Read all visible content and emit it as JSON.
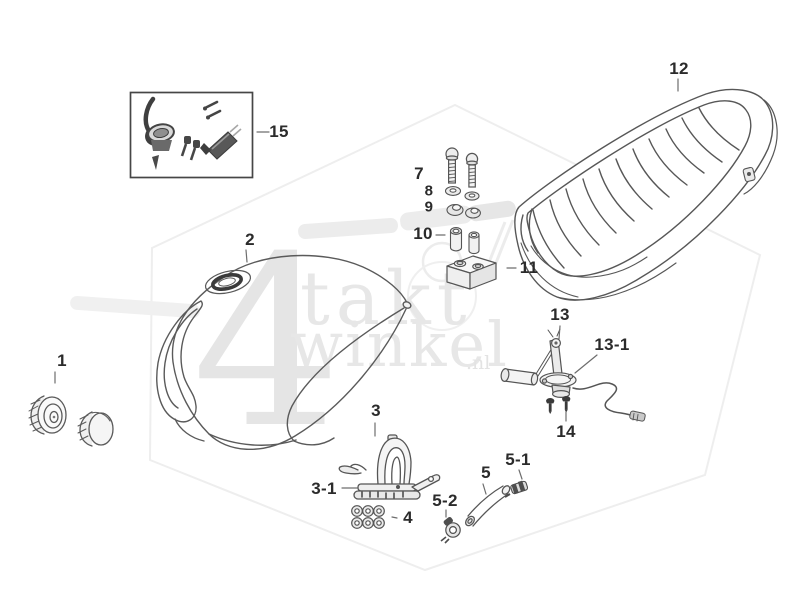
{
  "watermark": {
    "numeral": "4",
    "word_top": "takt",
    "word_bottom": "winkel",
    "domain_suffix": ".nl"
  },
  "labels": [
    {
      "part": "fuel-cap",
      "text": "1"
    },
    {
      "part": "fuel-tank",
      "text": "2"
    },
    {
      "part": "fuel-tap",
      "text": "3"
    },
    {
      "part": "fuel-tap-plate",
      "text": "3-1"
    },
    {
      "part": "washer-set",
      "text": "4"
    },
    {
      "part": "fuel-hose",
      "text": "5"
    },
    {
      "part": "hose-clip",
      "text": "5-1"
    },
    {
      "part": "hose-clamp",
      "text": "5-2"
    },
    {
      "part": "bolt-pair",
      "text": "7"
    },
    {
      "part": "washer-pair",
      "text": "8"
    },
    {
      "part": "grommet-pair",
      "text": "9"
    },
    {
      "part": "spacer-pair",
      "text": "10"
    },
    {
      "part": "mount-block",
      "text": "11"
    },
    {
      "part": "seat",
      "text": "12"
    },
    {
      "part": "fuel-sender",
      "text": "13"
    },
    {
      "part": "fuel-sender-flange",
      "text": "13-1"
    },
    {
      "part": "sender-screws",
      "text": "14"
    },
    {
      "part": "lock-set",
      "text": "15"
    }
  ],
  "colors": {
    "line_art": "#585858",
    "label_text": "#2b2b2b",
    "watermark": "#e7e7e7",
    "inset_dark_parts": "#4a4a4a",
    "background": "#ffffff"
  }
}
